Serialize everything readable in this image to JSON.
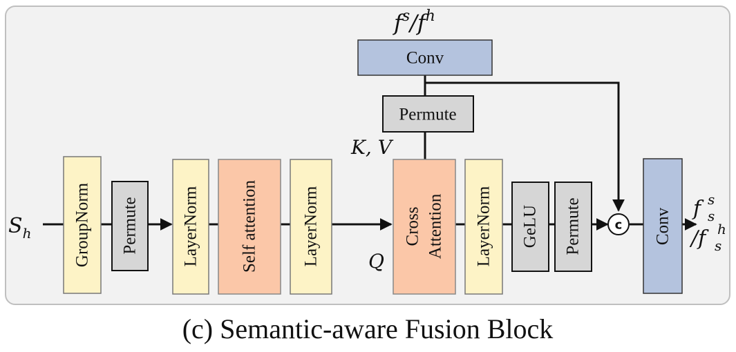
{
  "labels": {
    "input": "S",
    "input_sub": "h",
    "kv": "K, V",
    "q": "Q",
    "top_input": "f",
    "top_input_sup1": "s",
    "top_input_slash": "/",
    "top_input_sup2": "h",
    "output_line1": "f",
    "output_line1_sub": "s",
    "output_line1_sup": "s",
    "output_line2": "/f",
    "output_line2_sub": "s",
    "output_line2_sup": "h",
    "concat": "c"
  },
  "blocks": {
    "groupnorm": "GroupNorm",
    "permute1": "Permute",
    "layernorm1": "LayerNorm",
    "self_attention": "Self attention",
    "layernorm2": "LayerNorm",
    "cross_attention_line1": "Cross",
    "cross_attention_line2": "Attention",
    "layernorm3": "LayerNorm",
    "gelu": "GeLU",
    "permute2": "Permute",
    "conv_out": "Conv",
    "conv_top": "Conv",
    "permute_top": "Permute"
  },
  "caption": "(c) Semantic-aware Fusion Block",
  "colors": {
    "panel": "#f2f2f2",
    "panel_border": "#bfbfbf",
    "norm": "#fdf3c6",
    "permute": "#d6d6d6",
    "attention": "#fbc7a8",
    "conv": "#b4c3de",
    "stroke": "#111111"
  }
}
